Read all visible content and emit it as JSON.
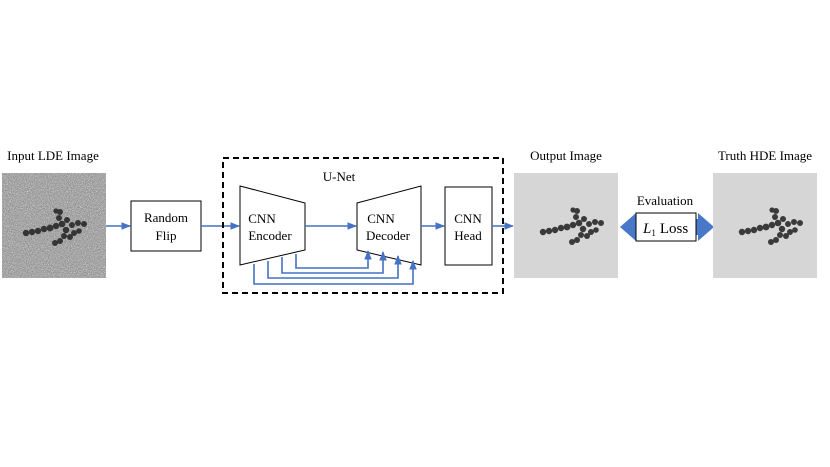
{
  "labels": {
    "input_title": "Input LDE Image",
    "output_title": "Output Image",
    "truth_title": "Truth HDE Image",
    "unet_title": "U-Net",
    "evaluation": "Evaluation"
  },
  "blocks": {
    "random_flip": [
      "Random",
      "Flip"
    ],
    "encoder": [
      "CNN",
      "Encoder"
    ],
    "decoder": [
      "CNN",
      "Decoder"
    ],
    "head": [
      "CNN",
      "Head"
    ]
  },
  "loss": {
    "symbol": "L",
    "subscript": "1",
    "word": "Loss"
  },
  "colors": {
    "arrow": "#4472c4",
    "double_arrow": "#4a78c8",
    "noisy_bg": "#8a8a8a",
    "clean_bg": "#d6d6d6"
  }
}
